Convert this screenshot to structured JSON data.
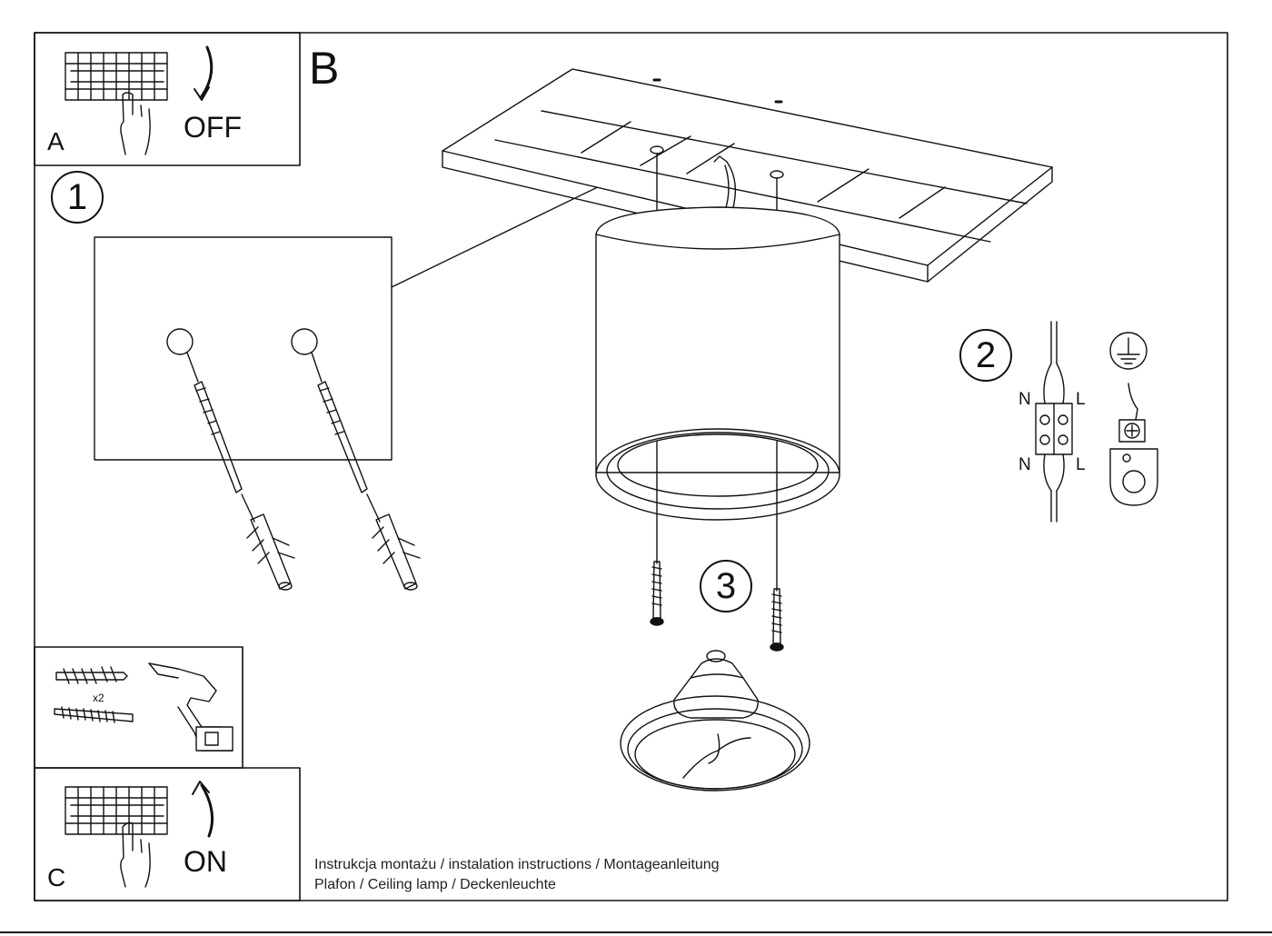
{
  "panels": {
    "a": {
      "letter": "A",
      "word": "OFF"
    },
    "b": {
      "letter": "B"
    },
    "c": {
      "letter": "C",
      "word": "ON"
    }
  },
  "steps": {
    "one": "1",
    "two": "2",
    "three": "3"
  },
  "wiring": {
    "n_top": "N",
    "l_top": "L",
    "n_bottom": "N",
    "l_bottom": "L"
  },
  "parts": {
    "quantity": "x2"
  },
  "caption": {
    "line1": "Instrukcja montażu / instalation instructions / Montageanleitung",
    "line2": "Plafon / Ceiling lamp / Deckenleuchte"
  }
}
